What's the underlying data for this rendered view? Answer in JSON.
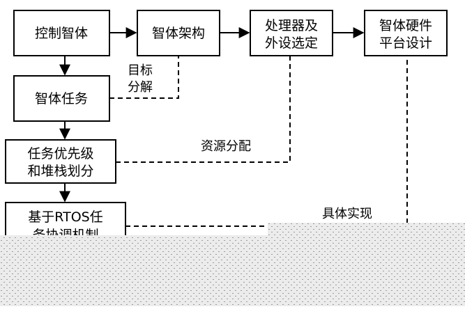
{
  "diagram": {
    "nodes": {
      "control_agent": [
        "控制智体"
      ],
      "agent_architecture": [
        "智体架构"
      ],
      "processor_selection": [
        "处理器及",
        "外设选定"
      ],
      "hardware_platform_design": [
        "智体硬件",
        "平台设计"
      ],
      "agent_task": [
        "智体任务"
      ],
      "task_priority_stack": [
        "任务优先级",
        "和堆栈划分"
      ],
      "rtos_task_coordination": [
        "基于RTOS任",
        "务协调机制"
      ]
    },
    "edge_labels": {
      "goal_decomposition": [
        "目标",
        "分解"
      ],
      "resource_allocation": "资源分配",
      "implementation": "具体实现"
    },
    "colors": {
      "ink": "#000000",
      "background": "#ffffff",
      "obscured_band": "#e6e6e6"
    }
  }
}
